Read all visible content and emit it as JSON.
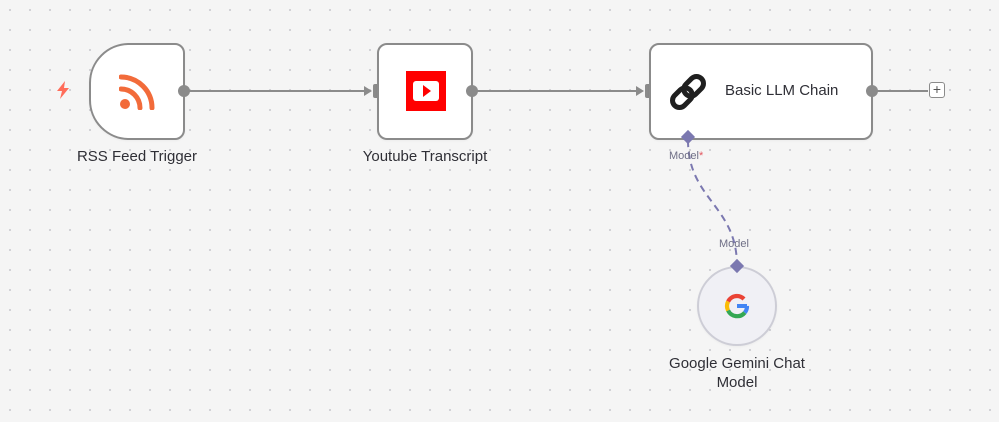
{
  "nodes": {
    "rss": {
      "label": "RSS Feed Trigger"
    },
    "youtube": {
      "label": "Youtube Transcript"
    },
    "llm": {
      "label": "Basic LLM Chain",
      "model_port_label": "Model",
      "required_marker": "*"
    },
    "gemini": {
      "label_line1": "Google Gemini Chat",
      "label_line2": "Model",
      "port_label": "Model"
    }
  },
  "canvas": {
    "add_button_symbol": "+"
  },
  "colors": {
    "node_border": "#8b8b8b",
    "connection": "#8b8b8b",
    "ai_connection": "#7b78b0",
    "rss_orange": "#f26b3a",
    "youtube_red": "#ff0000",
    "trigger_bolt": "#ff6d5a",
    "required": "#e2565f"
  }
}
